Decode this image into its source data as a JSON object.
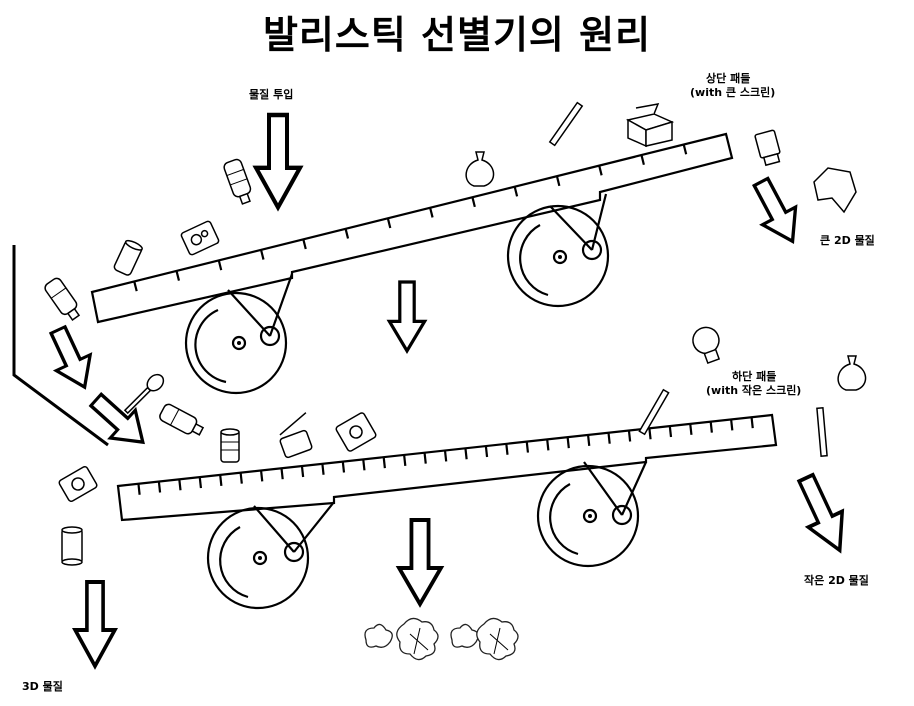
{
  "title": "발리스틱 선별기의 원리",
  "labels": {
    "input": "물질 투입",
    "upper_paddle_line1": "상단 패들",
    "upper_paddle_line2": "(with 큰 스크린)",
    "large_2d": "큰 2D 물질",
    "lower_paddle_line1": "하단 패들",
    "lower_paddle_line2": "(with 작은 스크린)",
    "small_2d": "작은 2D 물질",
    "material_3d": "3D 물질"
  },
  "icons": [
    "downward-arrow-icon",
    "bottle-icon",
    "can-icon",
    "food-pouch-icon",
    "straw-icon",
    "cardboard-box-icon",
    "plastic-bag-icon",
    "glove-icon",
    "spoon-icon",
    "fines-debris-icon",
    "light-bulb-icon",
    "flywheel-icon"
  ]
}
